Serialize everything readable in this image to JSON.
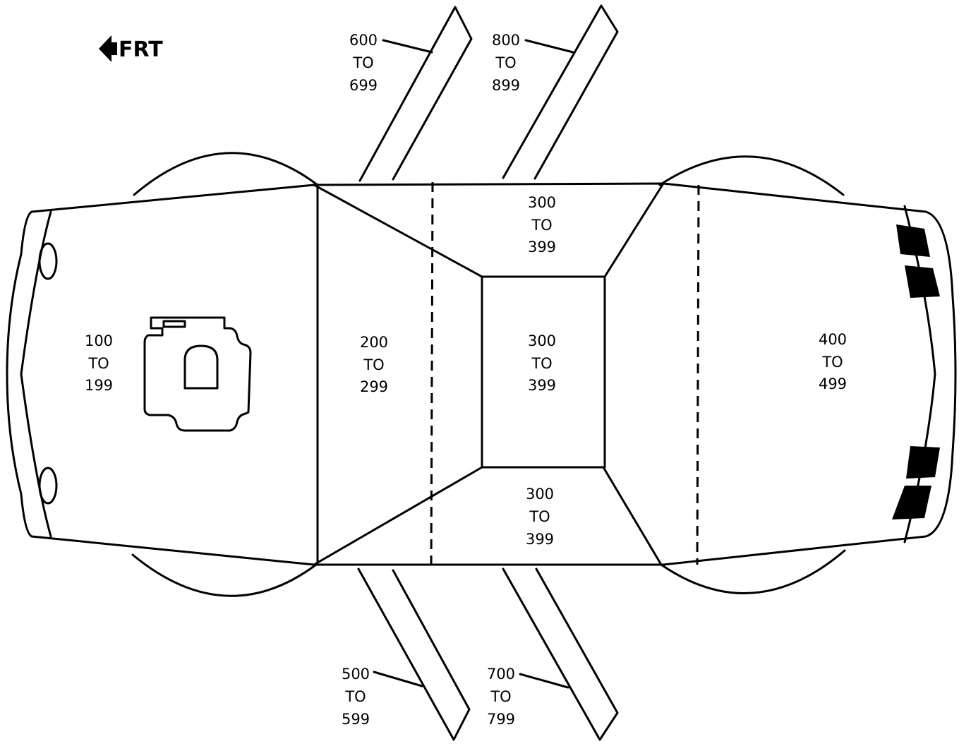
{
  "direction_label": "FRT",
  "zones": [
    {
      "id": "front",
      "lines": [
        "100",
        "TO",
        "199"
      ]
    },
    {
      "id": "cowl",
      "lines": [
        "200",
        "TO",
        "299"
      ]
    },
    {
      "id": "roof-top",
      "lines": [
        "300",
        "TO",
        "399"
      ]
    },
    {
      "id": "roof-center",
      "lines": [
        "300",
        "TO",
        "399"
      ]
    },
    {
      "id": "roof-bottom",
      "lines": [
        "300",
        "TO",
        "399"
      ]
    },
    {
      "id": "rear",
      "lines": [
        "400",
        "TO",
        "499"
      ]
    },
    {
      "id": "left-front-door",
      "lines": [
        "600",
        "TO",
        "699"
      ]
    },
    {
      "id": "left-rear-door",
      "lines": [
        "800",
        "TO",
        "899"
      ]
    },
    {
      "id": "right-front-door",
      "lines": [
        "500",
        "TO",
        "599"
      ]
    },
    {
      "id": "right-rear-door",
      "lines": [
        "700",
        "TO",
        "799"
      ]
    }
  ]
}
